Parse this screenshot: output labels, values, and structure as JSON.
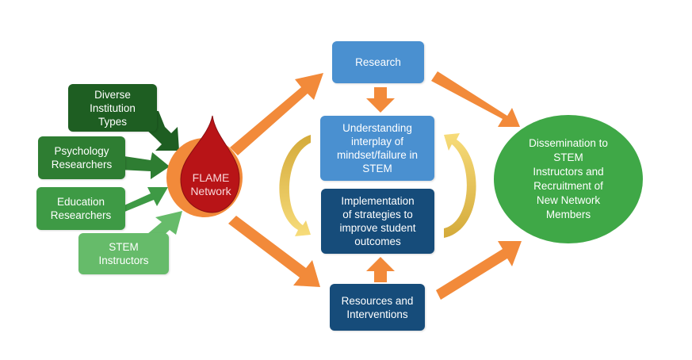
{
  "colors": {
    "orange_arrow": "#f28a3a",
    "gold_arrow": "#e6c25a",
    "flame_red": "#b81417",
    "flame_ring": "#f28a3a",
    "dark_green": "#1e5e22",
    "mid_green": "#2e7d32",
    "green": "#3e9a45",
    "light_green": "#66bb6a",
    "circle_green": "#3fa847",
    "light_blue": "#4a90d0",
    "dark_blue": "#164c7a"
  },
  "inputs": [
    {
      "label": "Diverse\nInstitution\nTypes"
    },
    {
      "label": "Psychology\nResearchers"
    },
    {
      "label": "Education\nResearchers"
    },
    {
      "label": "STEM\nInstructors"
    }
  ],
  "hub": {
    "label": "FLAME\nNetwork"
  },
  "center": {
    "research": "Research",
    "understanding": "Understanding\ninterplay of\nmindset/failure in\nSTEM",
    "implementation": "Implementation\nof strategies to\nimprove student\noutcomes",
    "resources": "Resources and\nInterventions"
  },
  "outcome": {
    "label": "Dissemination to\nSTEM\nInstructors and\nRecruitment of\nNew Network\nMembers"
  }
}
